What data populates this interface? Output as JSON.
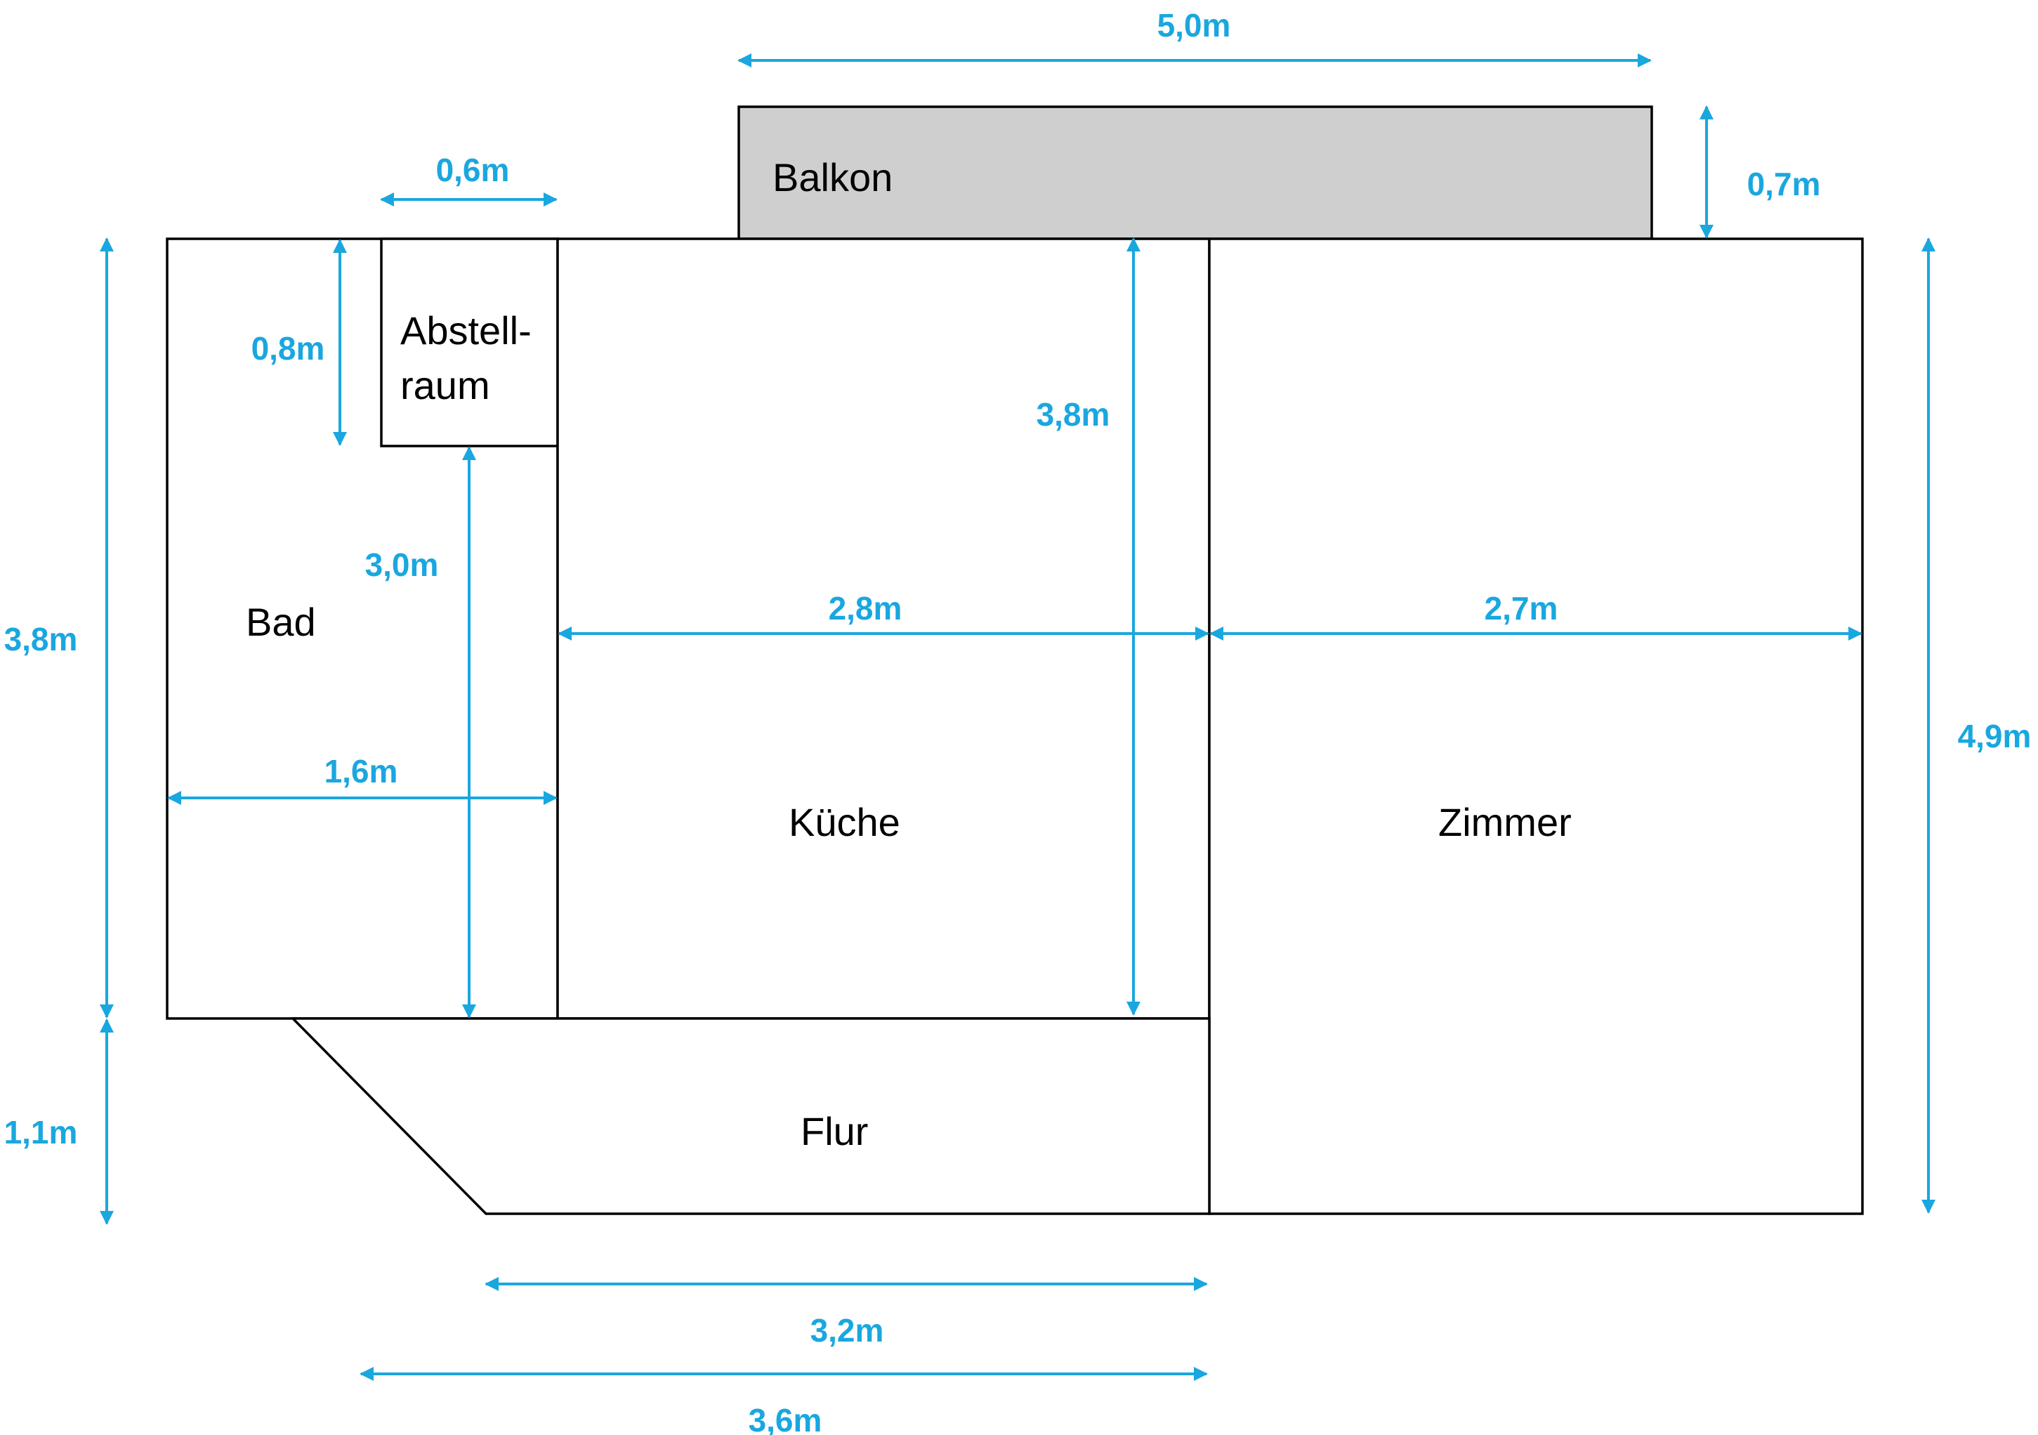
{
  "colors": {
    "dimension": "#1aa7df",
    "wall": "#000000",
    "balkon_fill": "#cfcfcf",
    "background": "#ffffff"
  },
  "rooms": {
    "balkon": "Balkon",
    "abstellraum_line1": "Abstell-",
    "abstellraum_line2": "raum",
    "bad": "Bad",
    "kueche": "Küche",
    "zimmer": "Zimmer",
    "flur": "Flur"
  },
  "dimensions": {
    "balkon_width": "5,0m",
    "balkon_depth": "0,7m",
    "abstellraum_width": "0,6m",
    "abstellraum_depth": "0,8m",
    "bad_height_remaining": "3,0m",
    "bad_width": "1,6m",
    "left_total_height": "3,8m",
    "flur_height": "1,1m",
    "kueche_height": "3,8m",
    "kueche_width": "2,8m",
    "zimmer_width": "2,7m",
    "zimmer_height": "4,9m",
    "flur_bottom_width": "3,2m",
    "flur_total_width": "3,6m"
  }
}
